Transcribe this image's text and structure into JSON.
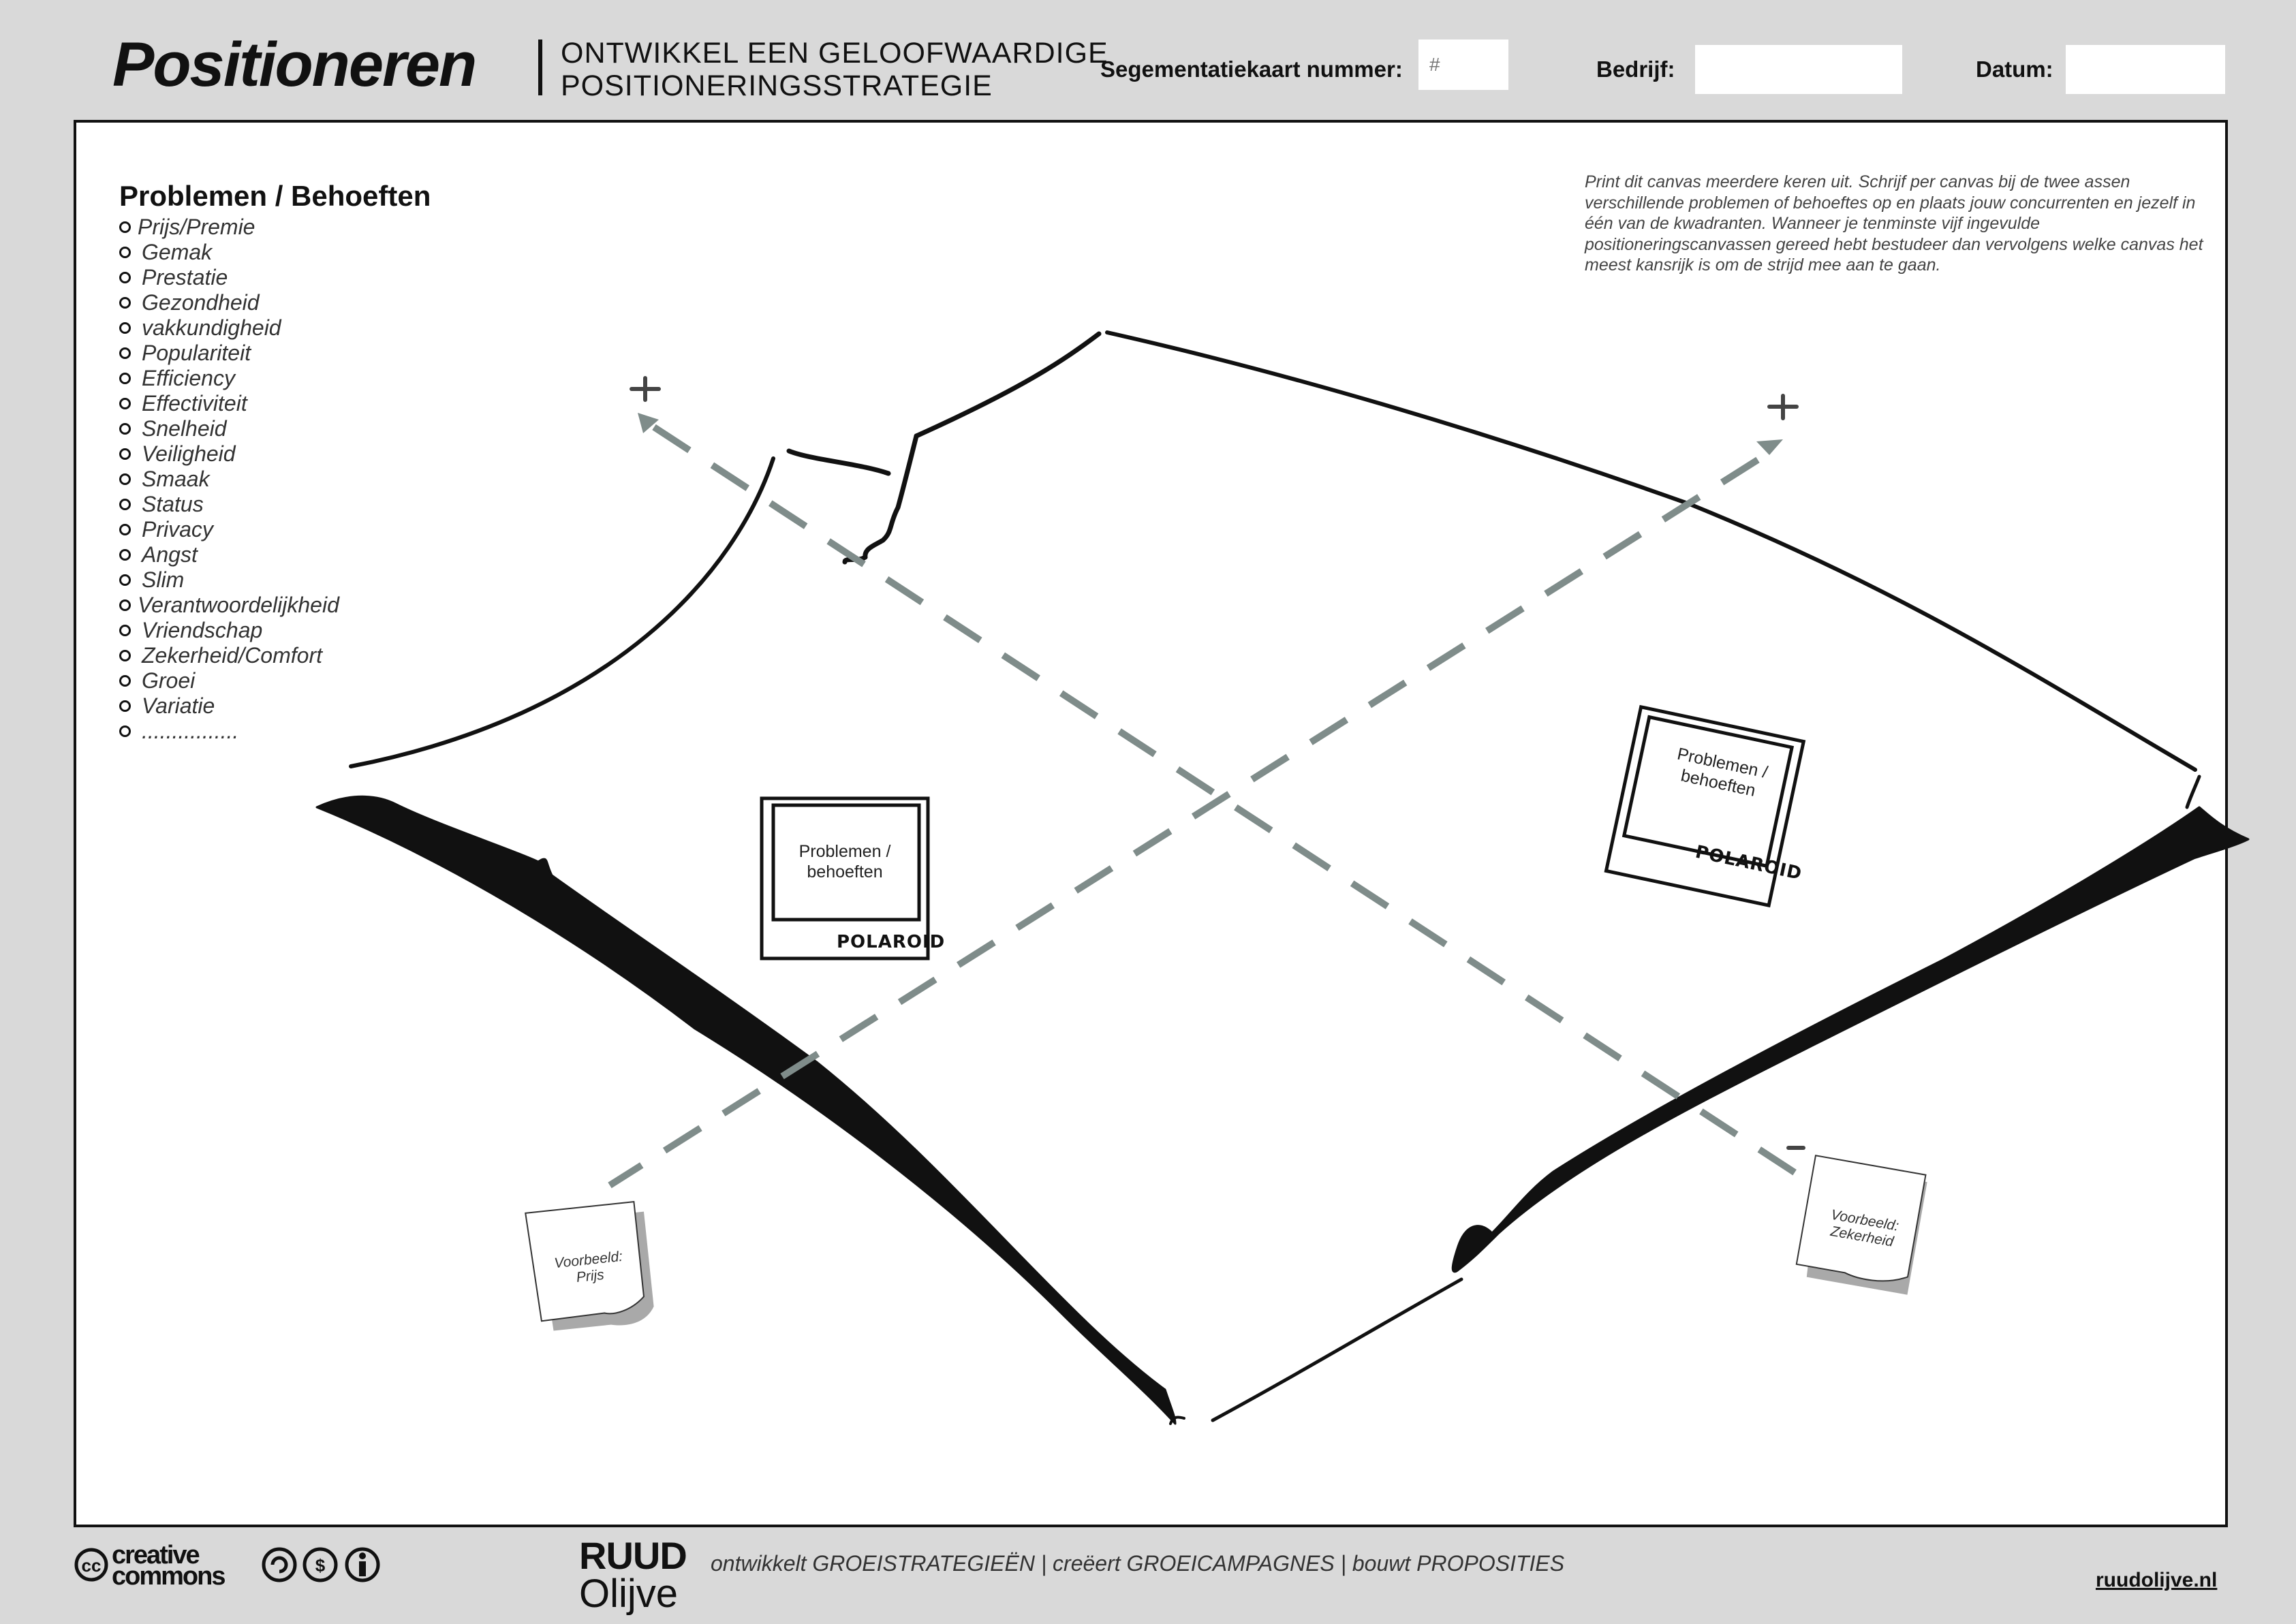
{
  "header": {
    "title": "Positioneren",
    "subtitle_line1": "ONTWIKKEL EEN GELOOFWAARDIGE",
    "subtitle_line2": "POSITIONERINGSSTRATEGIE",
    "segment_label": "Segementatiekaart nummer:",
    "segment_placeholder": "#",
    "company_label": "Bedrijf:",
    "company_value": "",
    "date_label": "Datum:",
    "date_value": ""
  },
  "needs": {
    "heading": "Problemen / Behoeften",
    "items": [
      "Prijs/Premie",
      "Gemak",
      "Prestatie",
      "Gezondheid",
      "vakkundigheid",
      "Populariteit",
      "Efficiency",
      "Effectiviteit",
      "Snelheid",
      "Veiligheid",
      "Smaak",
      "Status",
      "Privacy",
      "Angst",
      "Slim",
      "Verantwoordelijkheid",
      "Vriendschap",
      "Zekerheid/Comfort",
      "Groei",
      "Variatie",
      "................"
    ]
  },
  "instructions": "Print dit canvas meerdere keren uit. Schrijf per canvas bij de twee assen verschillende problemen of behoeftes op en plaats jouw concurrenten en jezelf in één van de kwadranten. Wanneer je tenminste vijf ingevulde positioneringscanvassen gereed hebt bestudeer dan vervolgens welke canvas het meest kansrijk is om de strijd mee aan te gaan.",
  "axes": {
    "plus_symbol": "+",
    "minus_symbol": "–",
    "axis_color": "#7f8c8a"
  },
  "polaroids": [
    {
      "line1": "Problemen /",
      "line2": "behoeften",
      "brand": "POLAROID"
    },
    {
      "line1": "Problemen /",
      "line2": "behoeften",
      "brand": "POLAROID"
    }
  ],
  "sticky_notes": [
    {
      "line1": "Voorbeeld:",
      "line2": "Prijs"
    },
    {
      "line1": "Voorbeeld:",
      "line2": "Zekerheid"
    }
  ],
  "footer": {
    "license_word1": "creative",
    "license_word2": "commons",
    "license_cc": "cc",
    "brand_line1": "RUUD",
    "brand_line2": "Olijve",
    "tagline": "ontwikkelt GROEISTRATEGIEËN  | creëert GROEICAMPAGNES | bouwt PROPOSITIES",
    "website": "ruudolijve.nl"
  }
}
